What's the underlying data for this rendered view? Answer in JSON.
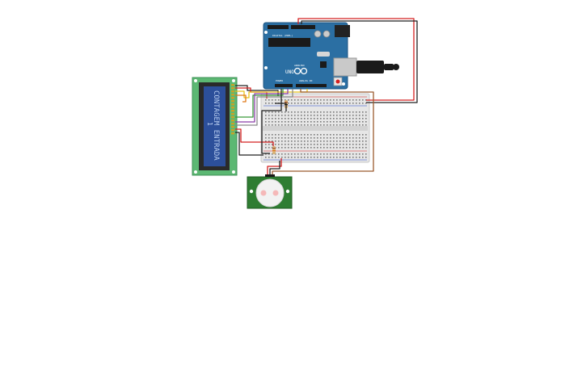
{
  "lcd": {
    "line1": "CONTAGEM ENTRADA",
    "line2": "1",
    "pcb_color": "#5cb873",
    "screen_color": "#2c4f9a",
    "text_color": "#b8cdf0"
  },
  "arduino": {
    "board_label": "UNO",
    "brand_label": "ARDUINO",
    "power_label": "POWER",
    "analog_label": "ANALOG IN",
    "digital_label": "DIGITAL (PWM~)",
    "board_color": "#2b6fa3"
  },
  "pir": {
    "board_color": "#2f7d32",
    "dome_color": "#f2f2f2"
  },
  "wire_colors": {
    "red": "#d42020",
    "black": "#222222",
    "brown": "#9b5a2e",
    "yellow": "#e8c21a",
    "purple": "#8a3fa8",
    "green": "#3a9a3a",
    "orange": "#e07a1a",
    "gray": "#888888"
  }
}
